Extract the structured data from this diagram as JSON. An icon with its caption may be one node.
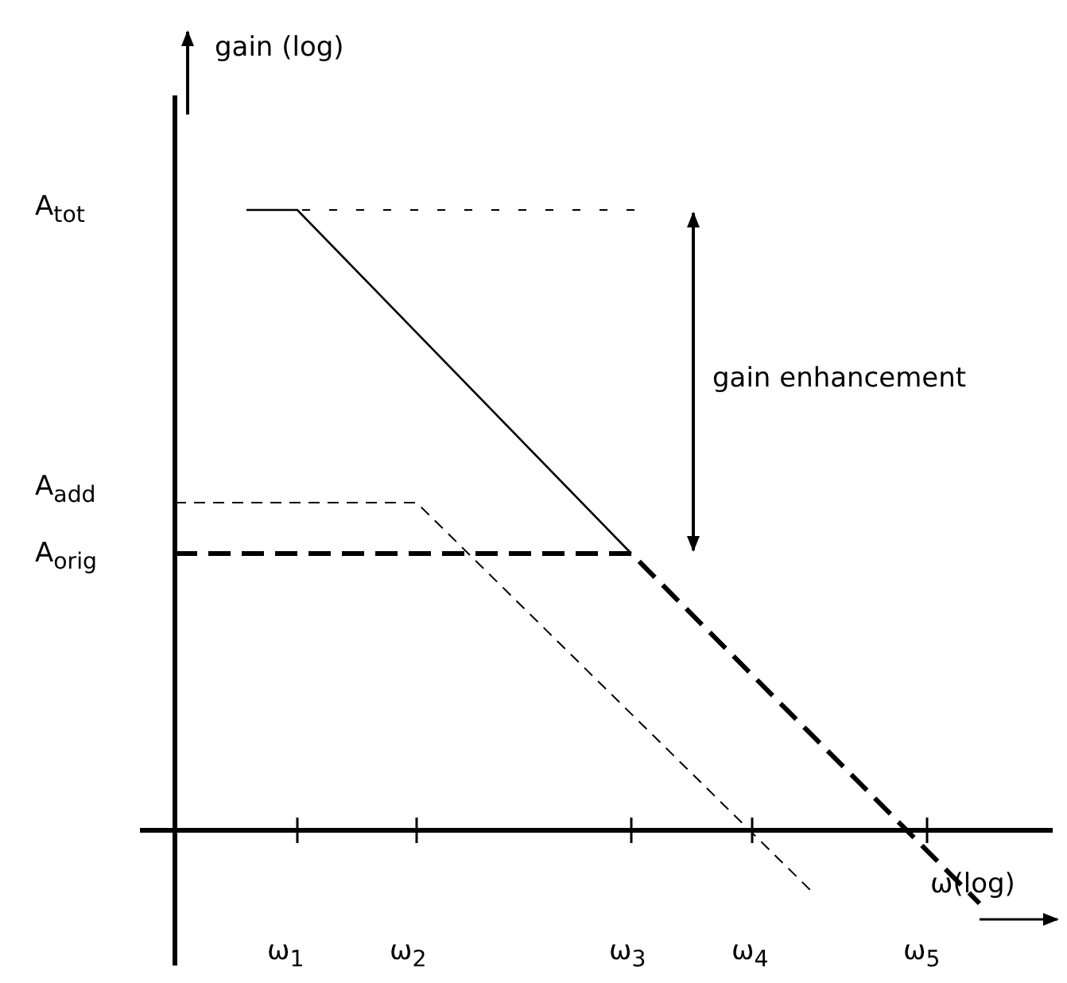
{
  "diagram": {
    "labels": [
      "gain (log)",
      "A$_{tot}$",
      "gain enhancement",
      "A$_{add}$",
      "A$_{orig}$",
      "ω(log)",
      "ω$_{1}$",
      "ω$_{2}$",
      "ω$_{3}$",
      "ω$_{4}$",
      "ω$_{5}$"
    ]
  }
}
